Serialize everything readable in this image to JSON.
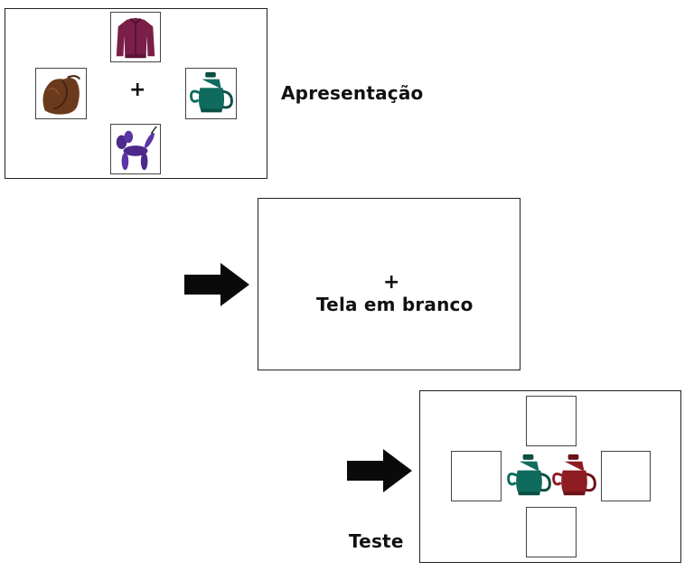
{
  "panels": {
    "presentation": {
      "label": "Apresentação",
      "fixation": "+"
    },
    "blank": {
      "fixation": "+",
      "label": "Tela em branco"
    },
    "test": {
      "label": "Teste"
    }
  },
  "stimuli": {
    "top": "jacket-icon",
    "left": "sack-icon",
    "right": "teapot-icon",
    "bottom": "balloon-dog-icon"
  },
  "colors": {
    "jacket": "#7a1f48",
    "sack": "#6b3a1c",
    "teal_teapot": "#0f6b5e",
    "red_teapot": "#8e1c22",
    "balloon": "#4b2a8c",
    "arrow": "#0a0a0a"
  }
}
